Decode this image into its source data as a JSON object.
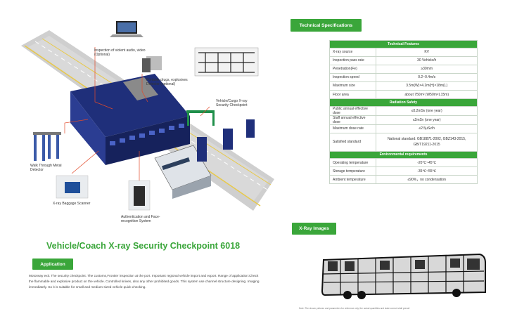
{
  "left": {
    "callouts": {
      "audio_video": "Inspection of violent audio, video (Optional)",
      "drugs": "Portable drugs, explosives Detector (optional)",
      "vehicle_cargo": "Vehicle/Cargo X-ray Security Checkpoint",
      "walkthrough": "Walk Through Metal Detector",
      "baggage": "X-ray Baggage Scanner",
      "auth": "Authentication and Face-recognition System"
    },
    "title": "Vehicle/Coach X-ray Security Checkpoint 6018",
    "application_label": "Application",
    "application_text": "Motorway exit. The security checkpoint. The customs,Frontier inspection at the port. Important regional vehicle import and export. Range of application:Check the flammable and explosive product on the vehicle. Controlled knives, also any other prohibited goods. This system use channel structure designing. Imaging immediately. So it is suitable for small and medium-sized vehicle quick checking."
  },
  "right": {
    "tech_spec_label": "Technical Specifications",
    "xray_images_label": "X-Ray Images",
    "sections": [
      {
        "title": "Technical Features",
        "rows": [
          [
            "X-ray source",
            "KV"
          ],
          [
            "Inspection pass rate",
            "30 Vehicle/h"
          ],
          [
            "Penetration(Fe)",
            "≥30mm"
          ],
          [
            "Inspection speed",
            "0.2~0.4m/s"
          ],
          [
            "Maximum size",
            "3.5m(W)×4.2m(H)×18m(L)"
          ],
          [
            "Floor area",
            "about 750m² (W50m×L15m)"
          ]
        ]
      },
      {
        "title": "Radiation Safety",
        "rows": [
          [
            "Public annual effective dose",
            "≤0.2mSv (one year)"
          ],
          [
            "Staff annual effective dose",
            "≤2mSv (one year)"
          ],
          [
            "Maximum dose rate",
            "≤2.5μSv/h"
          ],
          [
            "Satisfied standard",
            "National standard: GB18871-2002, GBZ143-2015, GB/T19211-2015"
          ]
        ]
      },
      {
        "title": "Environmental requirements",
        "rows": [
          [
            "Operating temperature",
            "-20℃~45℃"
          ],
          [
            "Storage temperature",
            "-35℃~55℃"
          ],
          [
            "Ambient temperature",
            "≤90%，no condensation"
          ]
        ]
      }
    ],
    "note": "Note: The shown pictures and parameters for reference only, the actual quantities and state correct shall prevail"
  },
  "colors": {
    "accent": "#3aa63a",
    "building": "#1f2f7a"
  }
}
